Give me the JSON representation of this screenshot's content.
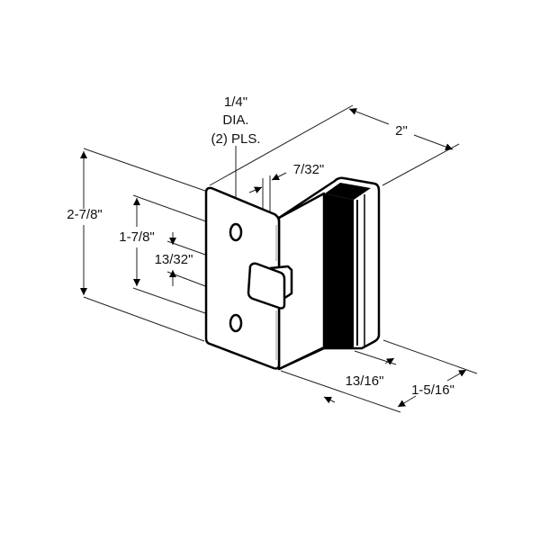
{
  "title": "Slide latch keeper dimension drawing",
  "dimensions": {
    "overall_height": "2-7/8\"",
    "hole_spacing": "1-7/8\"",
    "tab_height": "13/32\"",
    "hole_dia_line1": "1/4\"",
    "hole_dia_line2": "DIA.",
    "hole_dia_line3": "(2) PLS.",
    "tab_offset": "7/32\"",
    "width": "2\"",
    "depth_inner": "13/16\"",
    "depth_outer": "1-5/16\""
  },
  "colors": {
    "line": "#000000",
    "fill": "#ffffff",
    "shade": "#000000"
  }
}
